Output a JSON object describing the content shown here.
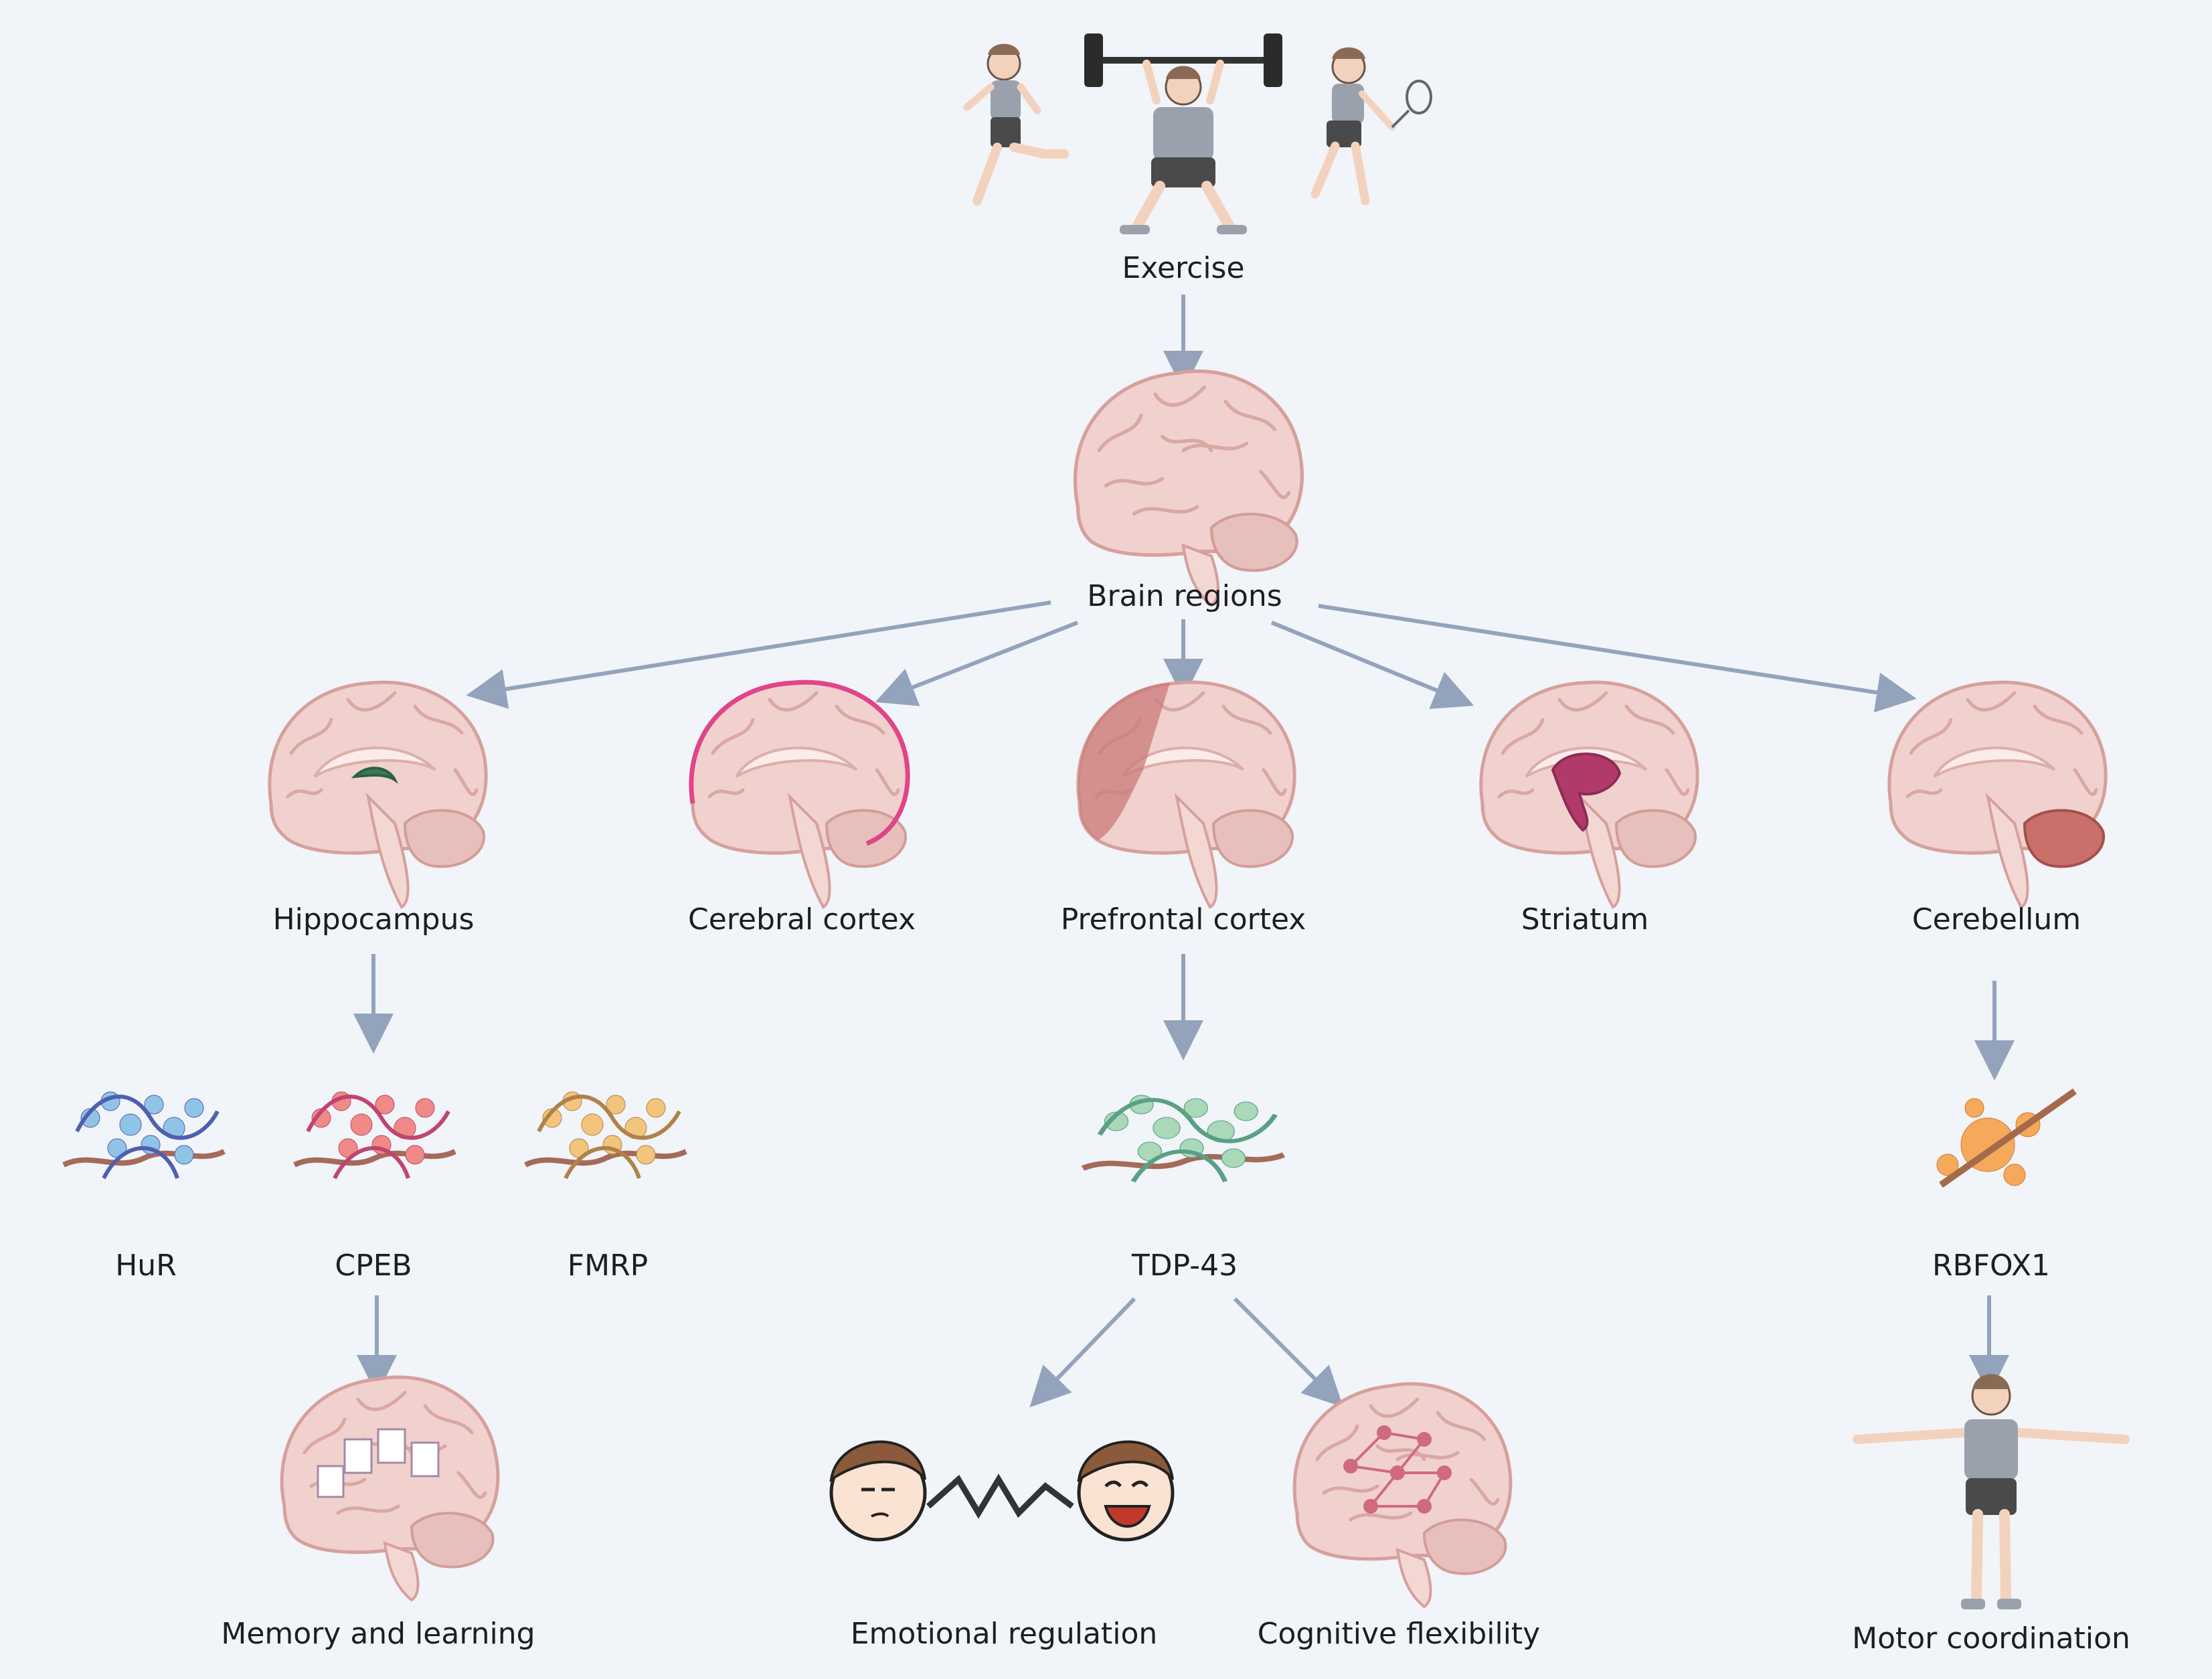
{
  "nodes": {
    "exercise": "Exercise",
    "brain_regions": "Brain regions",
    "hippocampus": "Hippocampus",
    "cerebral_cortex": "Cerebral cortex",
    "prefrontal_cortex": "Prefrontal cortex",
    "striatum": "Striatum",
    "cerebellum": "Cerebellum",
    "hur": "HuR",
    "cpeb": "CPEB",
    "fmrp": "FMRP",
    "tdp43": "TDP-43",
    "rbfox1": "RBFOX1",
    "memory_learning": "Memory and learning",
    "emotional_regulation": "Emotional regulation",
    "cognitive_flexibility": "Cognitive flexibility",
    "motor_coordination": "Motor coordination"
  },
  "colors": {
    "background": "#f1f4f8",
    "arrow": "#93a3bb",
    "brain": "#f1d1ce",
    "hippocampus_highlight": "#3b7a57",
    "cortex_highlight": "#e0458a",
    "prefrontal_highlight": "#c97a78",
    "striatum_highlight": "#b23a6a",
    "cerebellum_highlight": "#c9706b"
  },
  "icons": [
    "runner-icon",
    "weightlifter-icon",
    "badminton-icon",
    "brain-icon",
    "protein-icon",
    "faces-icon",
    "network-brain-icon",
    "person-arms-out-icon"
  ]
}
